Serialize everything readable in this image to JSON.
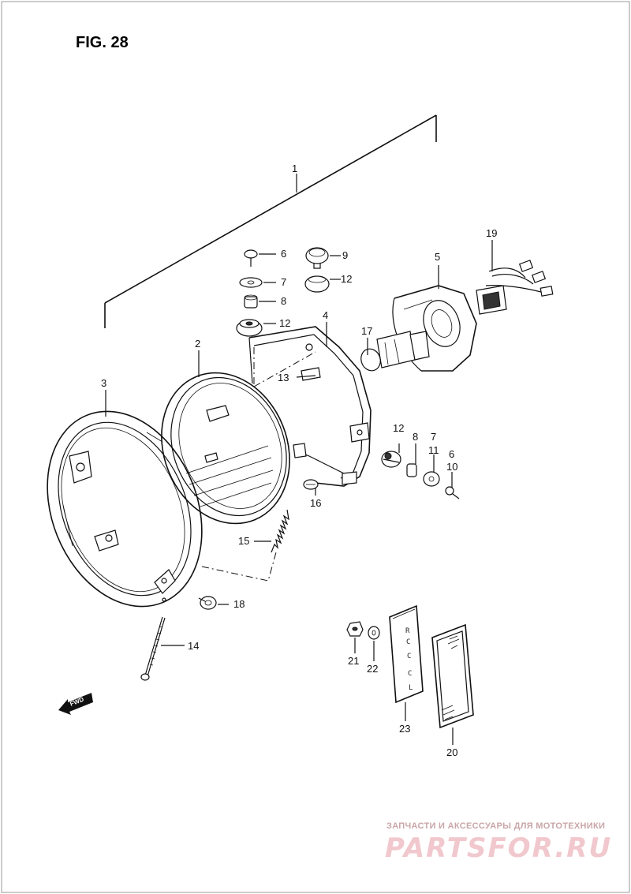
{
  "figure": {
    "title": "FIG. 28"
  },
  "callouts": [
    {
      "id": "c1",
      "text": "1"
    },
    {
      "id": "c2",
      "text": "2"
    },
    {
      "id": "c3",
      "text": "3"
    },
    {
      "id": "c4",
      "text": "4"
    },
    {
      "id": "c5",
      "text": "5"
    },
    {
      "id": "c6a",
      "text": "6"
    },
    {
      "id": "c7a",
      "text": "7"
    },
    {
      "id": "c8a",
      "text": "8"
    },
    {
      "id": "c9",
      "text": "9"
    },
    {
      "id": "c12a",
      "text": "12"
    },
    {
      "id": "c12b",
      "text": "12"
    },
    {
      "id": "c13",
      "text": "13"
    },
    {
      "id": "c17",
      "text": "17"
    },
    {
      "id": "c19",
      "text": "19"
    },
    {
      "id": "c12c",
      "text": "12"
    },
    {
      "id": "c8b",
      "text": "8"
    },
    {
      "id": "c7b",
      "text": "7"
    },
    {
      "id": "c11",
      "text": "11"
    },
    {
      "id": "c6b",
      "text": "6"
    },
    {
      "id": "c10",
      "text": "10"
    },
    {
      "id": "c16",
      "text": "16"
    },
    {
      "id": "c15",
      "text": "15"
    },
    {
      "id": "c18",
      "text": "18"
    },
    {
      "id": "c14",
      "text": "14"
    },
    {
      "id": "c21",
      "text": "21"
    },
    {
      "id": "c22",
      "text": "22"
    },
    {
      "id": "c23",
      "text": "23"
    },
    {
      "id": "c20",
      "text": "20"
    }
  ],
  "direction_marker": {
    "text": "FWD"
  },
  "label_plate": {
    "letters": [
      "R",
      "C",
      "C",
      "C",
      "L"
    ]
  },
  "watermark": {
    "tagline": "ЗАПЧАСТИ И АКСЕССУАРЫ ДЛЯ МОТОТЕХНИКИ",
    "brand": "PARTSFOR.RU",
    "color": "#e8a0a8"
  }
}
